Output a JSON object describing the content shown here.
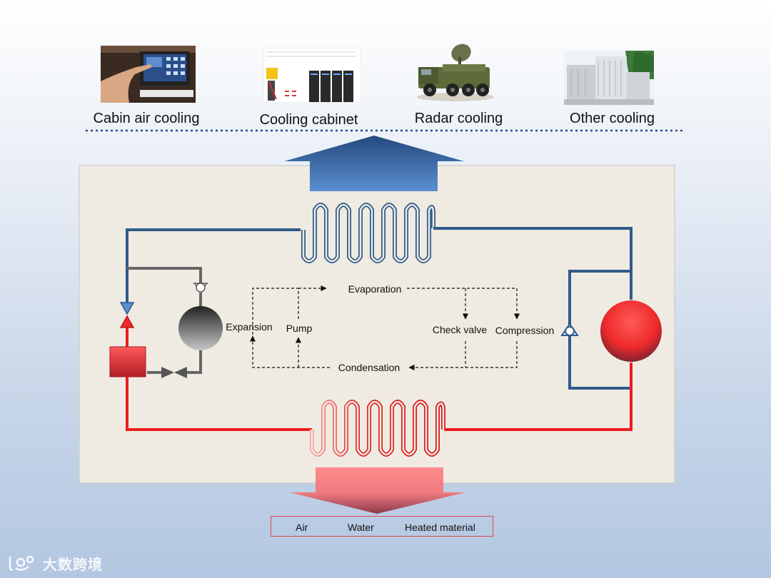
{
  "applications": [
    {
      "id": "cabin",
      "label": "Cabin air cooling"
    },
    {
      "id": "cabinet",
      "label": "Cooling cabinet"
    },
    {
      "id": "radar",
      "label": "Radar cooling"
    },
    {
      "id": "other",
      "label": "Other cooling"
    }
  ],
  "cycle": {
    "evaporation": "Evaporation",
    "expansion": "Expansion",
    "pump": "Pump",
    "check_valve": "Check valve",
    "compression": "Compression",
    "condensation": "Condensation"
  },
  "outputs": {
    "air": "Air",
    "water": "Water",
    "heated_material": "Heated material"
  },
  "watermark": {
    "text": "大数跨境"
  },
  "colors": {
    "cold_line": "#2f5b8c",
    "hot_line": "#ee1c1c",
    "panel_bg": "#efebe2",
    "dotted_separator": "#244c8a"
  }
}
